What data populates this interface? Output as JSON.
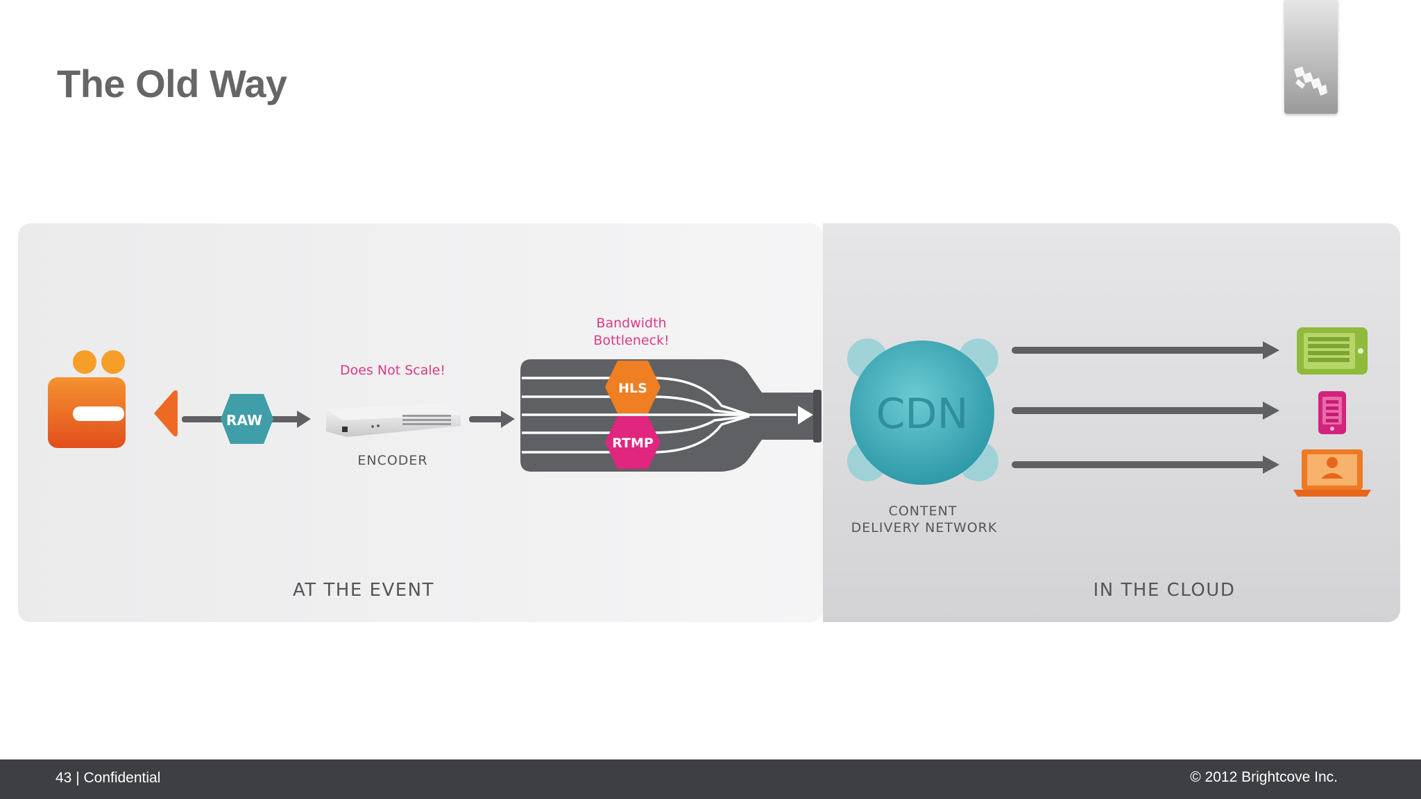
{
  "slide": {
    "title": "The Old Way"
  },
  "diagram": {
    "event_panel": {
      "label": "AT THE EVENT"
    },
    "cloud_panel": {
      "label": "IN THE CLOUD"
    },
    "raw_label": "RAW",
    "encoder_note": "Does Not Scale!",
    "encoder_label": "ENCODER",
    "bottleneck_note_line1": "Bandwidth",
    "bottleneck_note_line2": "Bottleneck!",
    "hls_label": "HLS",
    "rtmp_label": "RTMP",
    "cdn_label": "CDN",
    "cdn_caption_line1": "CONTENT",
    "cdn_caption_line2": "DELIVERY NETWORK",
    "icons": [
      "video-camera-icon",
      "encoder-device-icon",
      "bottle-icon",
      "tablet-icon",
      "phone-icon",
      "laptop-user-icon"
    ]
  },
  "colors": {
    "orange": "#ec6a21",
    "teal": "#3fa8b5",
    "magenta": "#e0267f",
    "green": "#8fba3c",
    "arrow_gray": "#5f6063",
    "pink_text": "#d83a8a"
  },
  "footer": {
    "page": "43 | Confidential",
    "copyright": "© 2012 Brightcove Inc."
  }
}
